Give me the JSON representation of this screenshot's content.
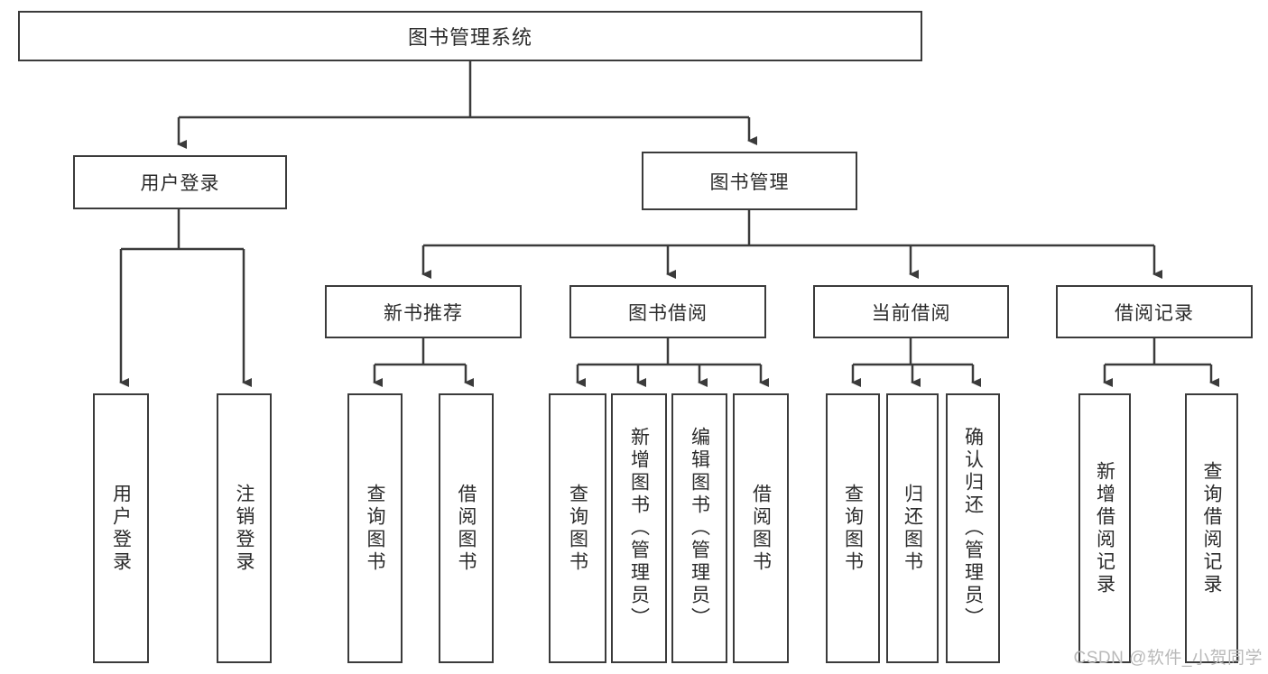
{
  "diagram": {
    "title": "图书管理系统",
    "root": {
      "label": "图书管理系统"
    },
    "level1": [
      {
        "label": "用户登录"
      },
      {
        "label": "图书管理"
      }
    ],
    "level2": [
      {
        "label": "新书推荐"
      },
      {
        "label": "图书借阅"
      },
      {
        "label": "当前借阅"
      },
      {
        "label": "借阅记录"
      }
    ],
    "leaves": {
      "user_login": [
        {
          "label": "用户登录"
        },
        {
          "label": "注销登录"
        }
      ],
      "new_book_recommend": [
        {
          "label": "查询图书"
        },
        {
          "label": "借阅图书"
        }
      ],
      "book_borrow": [
        {
          "label": "查询图书"
        },
        {
          "label": "新增图书（管理员）"
        },
        {
          "label": "编辑图书（管理员）"
        },
        {
          "label": "借阅图书"
        }
      ],
      "current_borrow": [
        {
          "label": "查询图书"
        },
        {
          "label": "归还图书"
        },
        {
          "label": "确认归还（管理员）"
        }
      ],
      "borrow_record": [
        {
          "label": "新增借阅记录"
        },
        {
          "label": "查询借阅记录"
        }
      ]
    }
  },
  "watermark": {
    "text": "CSDN @软件_小贺同学"
  },
  "colors": {
    "stroke": "#3b3b3b",
    "text": "#2b2b2b",
    "background": "#ffffff",
    "watermark": "#b9b9b9"
  }
}
